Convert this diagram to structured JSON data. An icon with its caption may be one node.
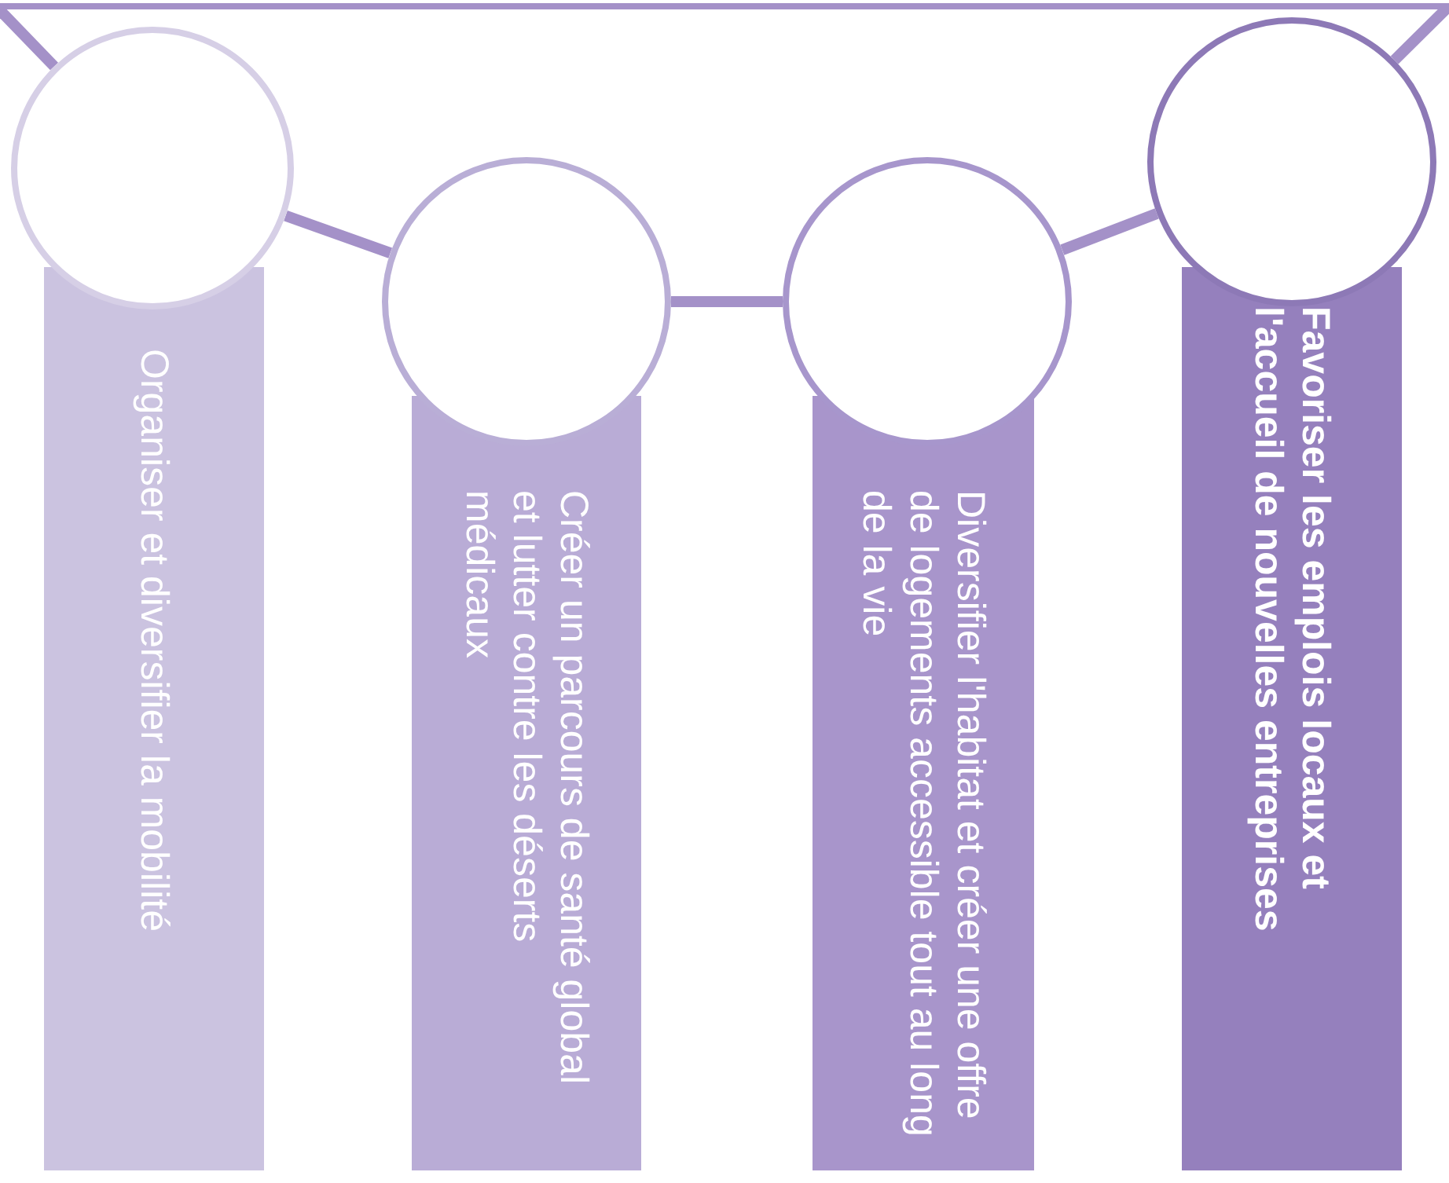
{
  "diagram": {
    "nodes": [
      {
        "text": [],
        "shape": "bar"
      },
      {
        "text": [],
        "shape": "circle"
      },
      {
        "text": [
          "Organiser et diversifier la mobilité"
        ]
      },
      {
        "text": [],
        "shape": "circle"
      },
      {
        "text": [
          "Créer un parcours de santé global et lutter contre les déserts médicaux"
        ]
      },
      {
        "text": [],
        "shape": "circle"
      },
      {
        "text": [
          "Diversifier l'habitat et créer une offre de logements accessible tout au long de la vie"
        ]
      },
      {
        "text": [],
        "shape": "circle"
      },
      {
        "text": [
          "Favoriser les emplois locaux et l'accueil de nouvelles entreprises"
        ]
      }
    ],
    "edges": [
      {
        "from": 0,
        "to": 1,
        "arrow": "none"
      },
      {
        "from": 1,
        "to": 3,
        "arrow": "none"
      },
      {
        "from": 3,
        "to": 5,
        "arrow": "none"
      },
      {
        "from": 5,
        "to": 7,
        "arrow": "none"
      },
      {
        "from": 7,
        "to": 0,
        "arrow": "none"
      }
    ]
  }
}
